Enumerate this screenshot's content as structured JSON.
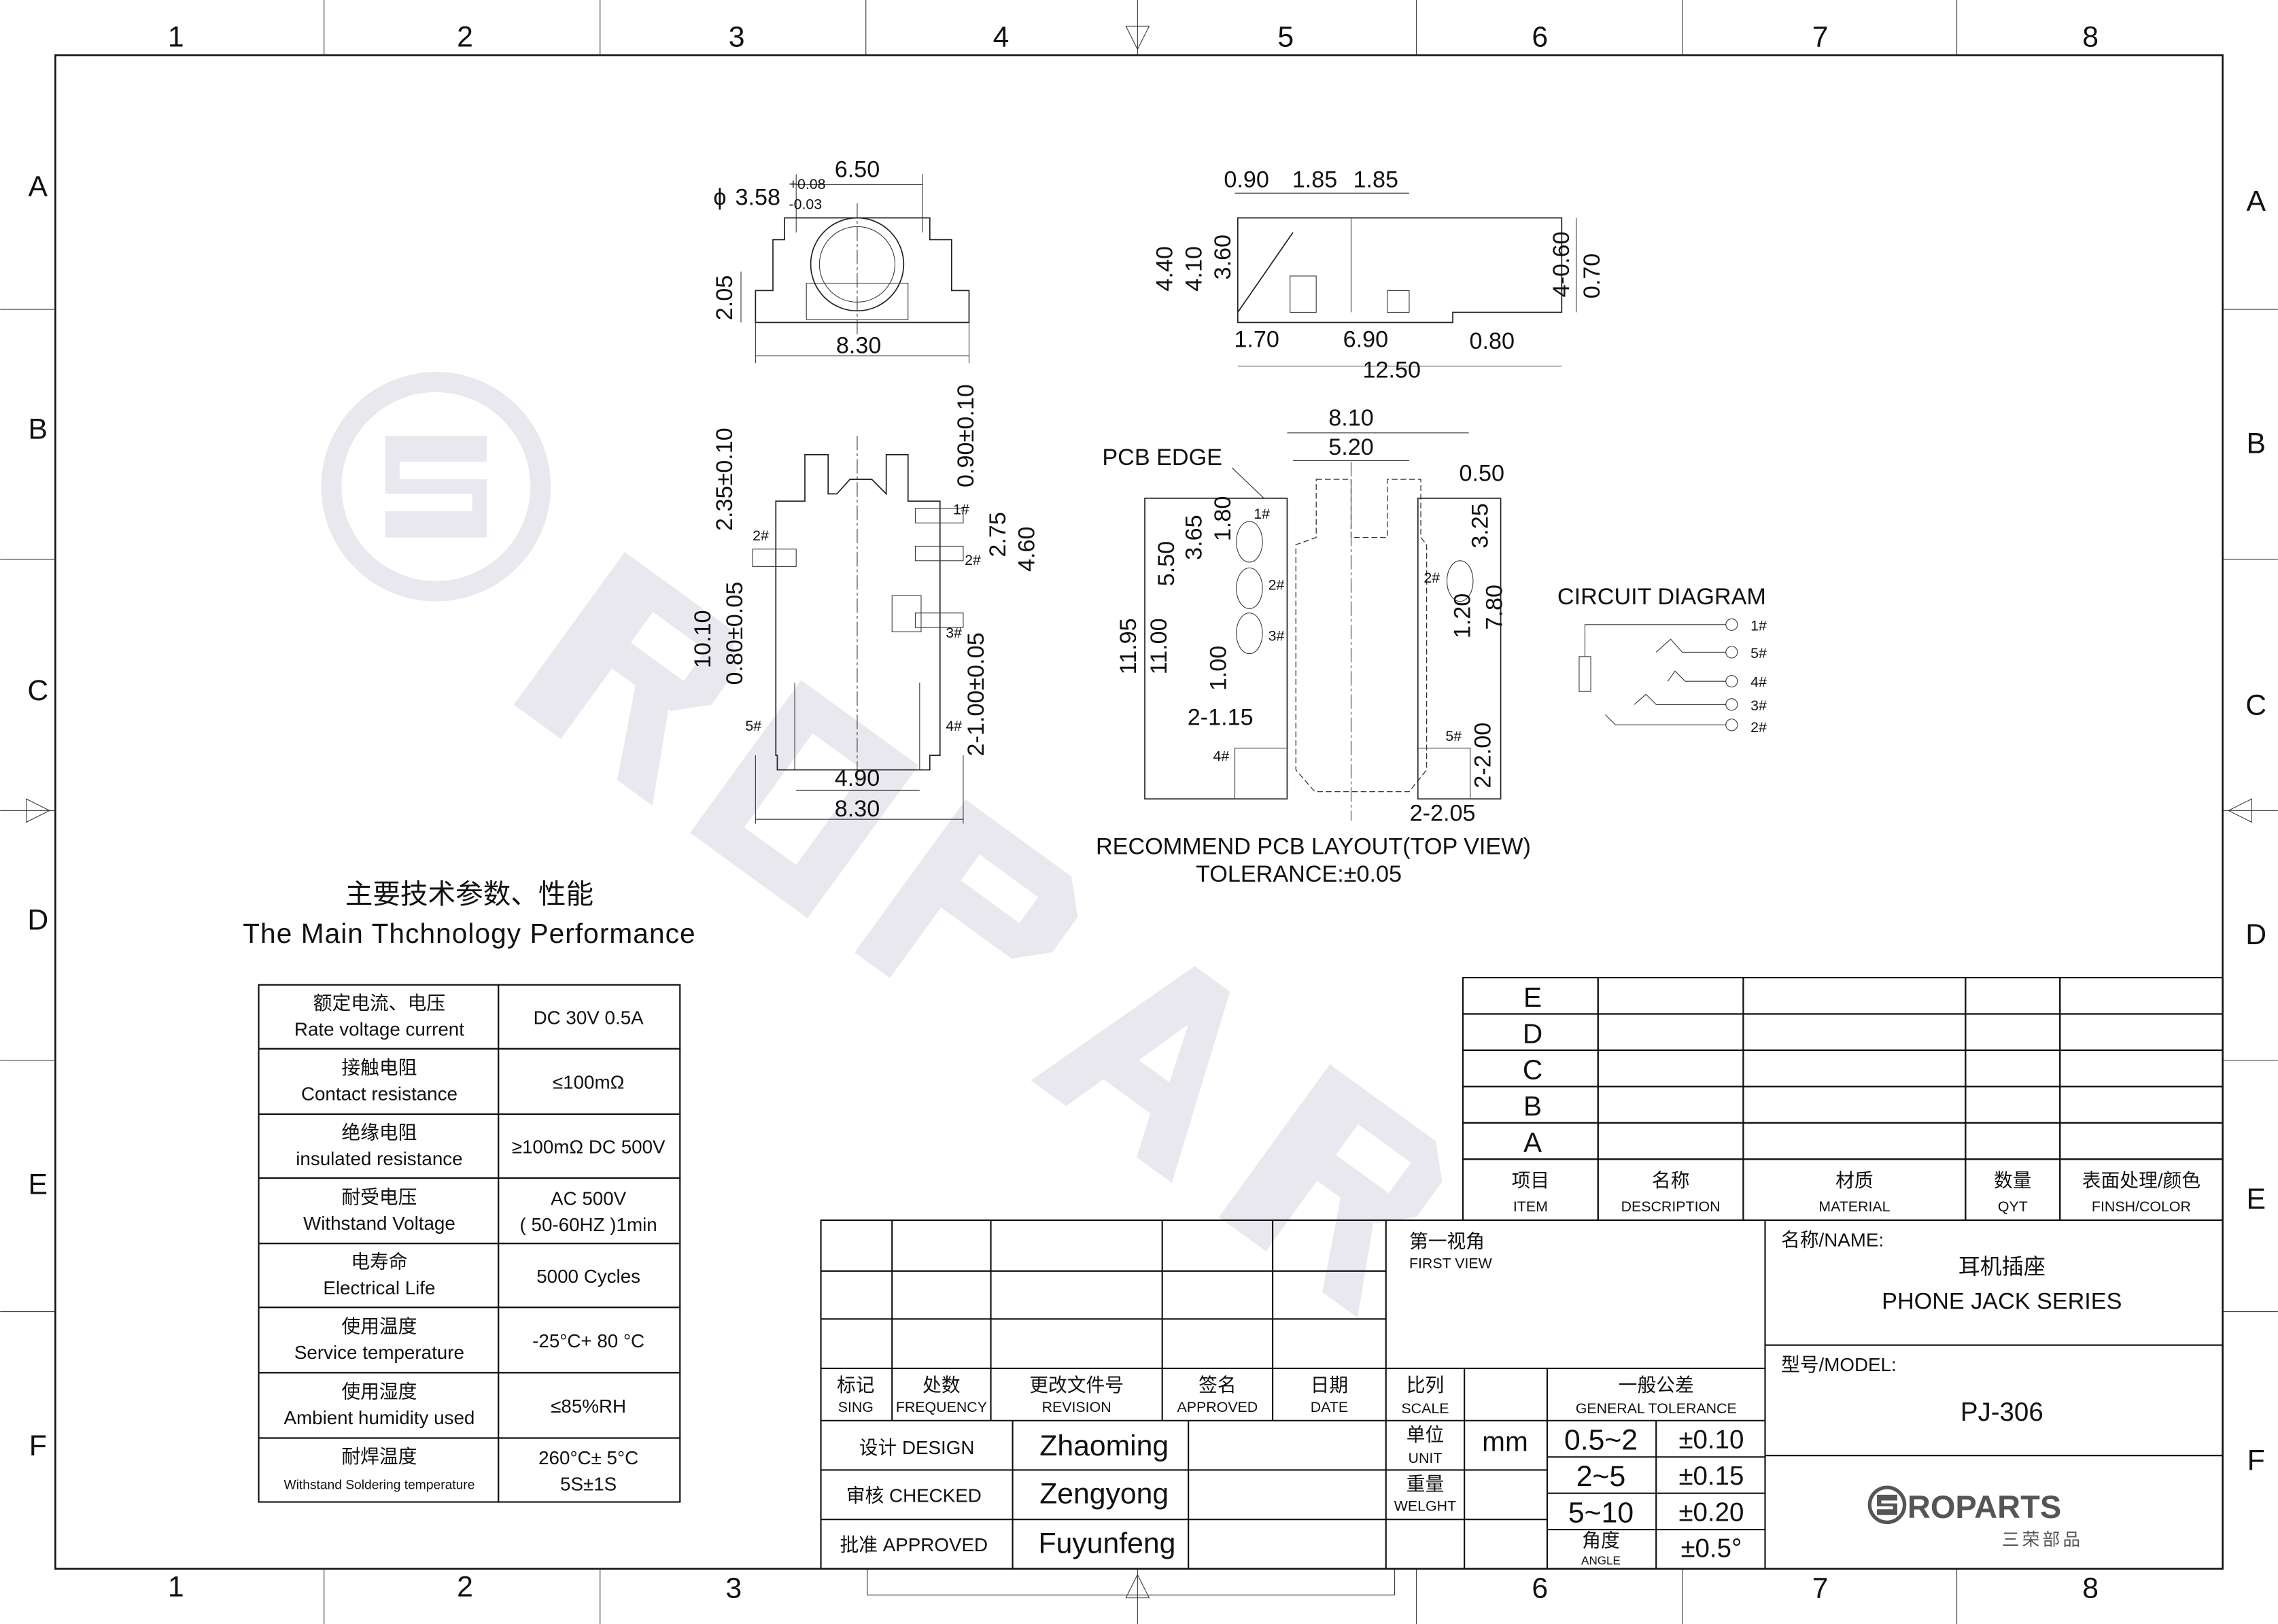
{
  "border": {
    "cols": [
      "1",
      "2",
      "3",
      "4",
      "5",
      "6",
      "7",
      "8"
    ],
    "rows": [
      "A",
      "B",
      "C",
      "D",
      "E",
      "F"
    ]
  },
  "watermark": "ROPARTS",
  "front_view": {
    "width_top": "6.50",
    "phi": "ϕ",
    "hole": "3.58",
    "tol_plus": "+0.08",
    "tol_minus": "-0.03",
    "height": "2.05",
    "width_bottom": "8.30"
  },
  "side_view": {
    "top": [
      "0.90",
      "1.85",
      "1.85"
    ],
    "left": [
      "4.40",
      "4.10",
      "3.60"
    ],
    "right": [
      "4-0.60",
      "0.70"
    ],
    "bottom": [
      "1.70",
      "6.90",
      "0.80",
      "12.50"
    ]
  },
  "bottom_view": {
    "d_235": "2.35±0.10",
    "d_090": "0.90±0.10",
    "d_275": "2.75",
    "d_460": "4.60",
    "d_1010": "10.10",
    "d_080": "0.80±0.05",
    "d_100": "2-1.00±0.05",
    "d_490": "4.90",
    "d_830": "8.30",
    "pins": [
      "1#",
      "2#",
      "2#",
      "3#",
      "4#",
      "5#"
    ]
  },
  "pcb_layout": {
    "edge_label": "PCB EDGE",
    "d_810": "8.10",
    "d_520": "5.20",
    "d_050": "0.50",
    "d_180": "1.80",
    "d_365": "3.65",
    "d_550": "5.50",
    "d_1195": "11.95",
    "d_1100": "11.00",
    "d_100": "1.00",
    "d_2115": "2-1.15",
    "d_325": "3.25",
    "d_120": "1.20",
    "d_780": "7.80",
    "d_2200": "2-2.00",
    "d_2205": "2-2.05",
    "pins": [
      "1#",
      "2#",
      "3#",
      "2#",
      "4#",
      "5#"
    ],
    "caption": "RECOMMEND PCB LAYOUT(TOP VIEW)",
    "tolerance": "TOLERANCE:±0.05"
  },
  "circuit": {
    "title": "CIRCUIT DIAGRAM",
    "pins": [
      "1#",
      "5#",
      "4#",
      "3#",
      "2#"
    ]
  },
  "specs": {
    "title_cn": "主要技术参数、性能",
    "title_en": "The Main Thchnology Performance",
    "rows": [
      {
        "cn": "额定电流、电压",
        "en": "Rate voltage current",
        "value": "DC 30V   0.5A",
        "value2": ""
      },
      {
        "cn": "接触电阻",
        "en": "Contact resistance",
        "value": "≤100mΩ",
        "value2": ""
      },
      {
        "cn": "绝缘电阻",
        "en": "insulated resistance",
        "value": "≥100mΩ DC 500V",
        "value2": ""
      },
      {
        "cn": "耐受电压",
        "en": "Withstand Voltage",
        "value": "AC 500V",
        "value2": "( 50-60HZ )1min"
      },
      {
        "cn": "电寿命",
        "en": "Electrical Life",
        "value": "5000 Cycles",
        "value2": ""
      },
      {
        "cn": "使用温度",
        "en": "Service temperature",
        "value": "-25°C+ 80 °C",
        "value2": ""
      },
      {
        "cn": "使用湿度",
        "en": "Ambient humidity used",
        "value": "≤85%RH",
        "value2": ""
      },
      {
        "cn": "耐焊温度",
        "en": "Withstand Soldering temperature",
        "value": "260°C± 5°C",
        "value2": "5S±1S"
      }
    ]
  },
  "parts_list": {
    "rows": [
      "E",
      "D",
      "C",
      "B",
      "A"
    ],
    "headers": [
      {
        "cn": "项目",
        "en": "ITEM"
      },
      {
        "cn": "名称",
        "en": "DESCRIPTION"
      },
      {
        "cn": "材质",
        "en": "MATERIAL"
      },
      {
        "cn": "数量",
        "en": "QYT"
      },
      {
        "cn": "表面处理/颜色",
        "en": "FINSH/COLOR"
      }
    ]
  },
  "title_block": {
    "revision_headers": [
      {
        "cn": "标记",
        "en": "SING"
      },
      {
        "cn": "处数",
        "en": "FREQUENCY"
      },
      {
        "cn": "更改文件号",
        "en": "REVISION"
      },
      {
        "cn": "签名",
        "en": "APPROVED"
      },
      {
        "cn": "日期",
        "en": "DATE"
      }
    ],
    "first_view_cn": "第一视角",
    "first_view_en": "FIRST VIEW",
    "scale_cn": "比列",
    "scale_en": "SCALE",
    "gen_tol_cn": "一般公差",
    "gen_tol_en": "GENERAL TOLERANCE",
    "signoffs": [
      {
        "role": "设计 DESIGN",
        "name": "Zhaoming"
      },
      {
        "role": "审核 CHECKED",
        "name": "Zengyong"
      },
      {
        "role": "批准 APPROVED",
        "name": "Fuyunfeng"
      }
    ],
    "unit_cn": "单位",
    "unit_en": "UNIT",
    "unit_value": "mm",
    "weight_cn": "重量",
    "weight_en": "WELGHT",
    "tolerances": [
      {
        "range": "0.5~2",
        "tol": "±0.10"
      },
      {
        "range": "2~5",
        "tol": "±0.15"
      },
      {
        "range": "5~10",
        "tol": "±0.20"
      }
    ],
    "angle_cn": "角度",
    "angle_en": "ANGLE",
    "angle_tol": "±0.5°",
    "name_label": "名称/NAME:",
    "name_cn": "耳机插座",
    "name_en": "PHONE JACK SERIES",
    "model_label": "型号/MODEL:",
    "model": "PJ-306",
    "logo_text": "ROPARTS",
    "logo_cn": "三荣部品"
  }
}
